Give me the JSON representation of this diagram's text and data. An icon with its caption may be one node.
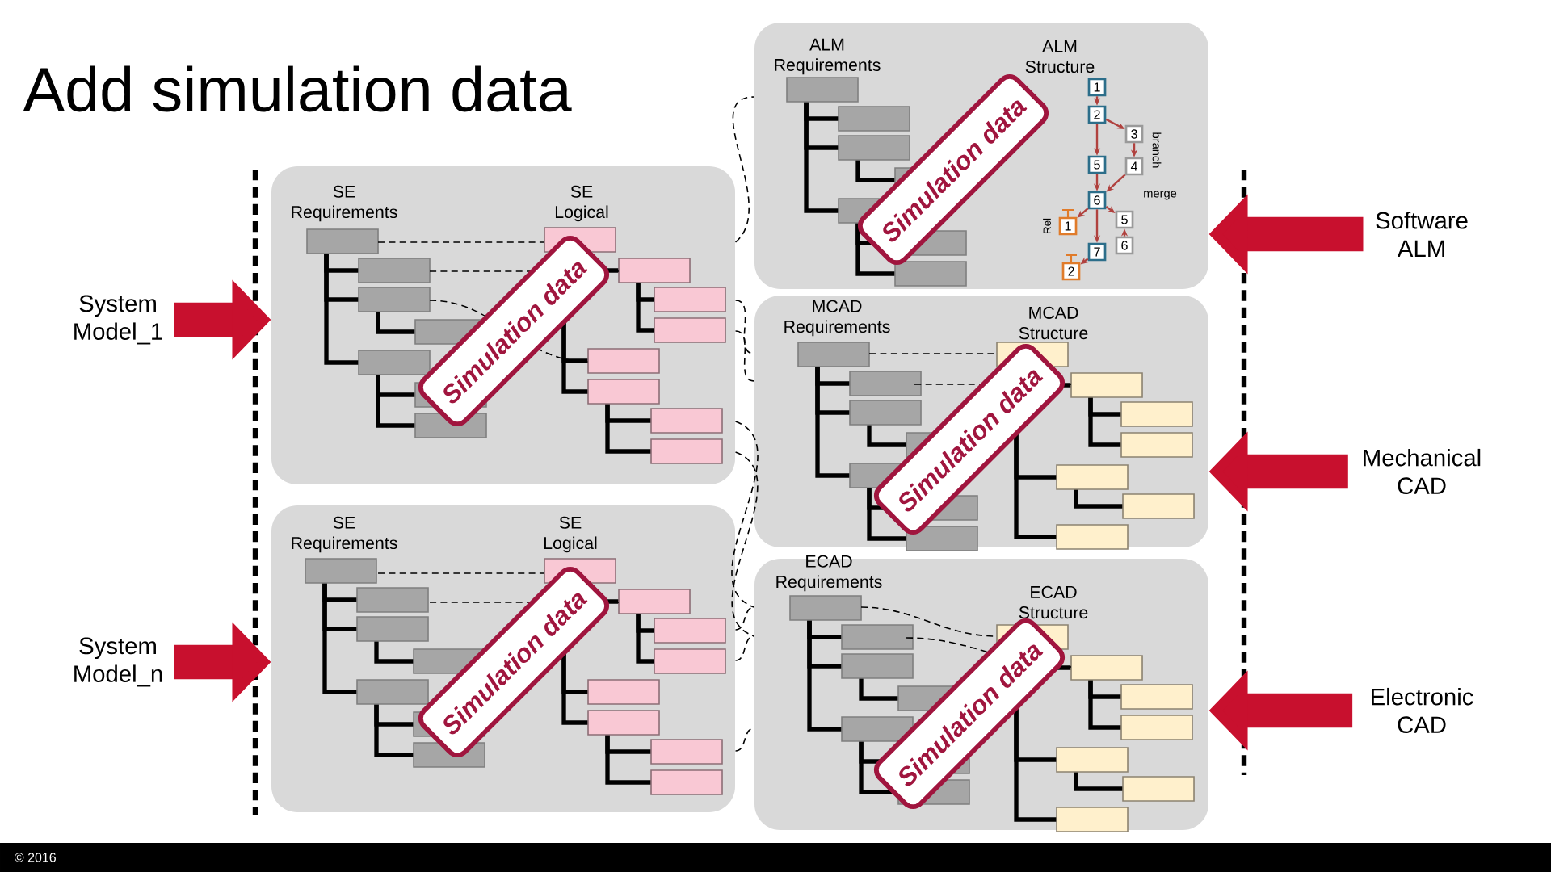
{
  "diagram": {
    "title": "Add simulation data",
    "nodes": [
      {
        "text": [
          "SE Requirements",
          "SE Logical"
        ]
      },
      {
        "text": [
          "Simulation data"
        ],
        "in": 0
      },
      {
        "text": [
          "SE Requirements",
          "SE Logical"
        ]
      },
      {
        "text": [
          "Simulation data"
        ],
        "in": 2
      },
      {
        "text": [
          "ALM Requirements",
          "ALM Structure"
        ]
      },
      {
        "text": [
          "Simulation data"
        ],
        "in": 4
      },
      {
        "text": [
          "1"
        ],
        "in": 4
      },
      {
        "text": [
          "2"
        ],
        "in": 4
      },
      {
        "text": [
          "3"
        ],
        "in": 4
      },
      {
        "text": [
          "4"
        ],
        "in": 4
      },
      {
        "text": [
          "5"
        ],
        "in": 4
      },
      {
        "text": [
          "6"
        ],
        "in": 4
      },
      {
        "text": [
          "7"
        ],
        "in": 4
      },
      {
        "text": [
          "5"
        ],
        "in": 4
      },
      {
        "text": [
          "6"
        ],
        "in": 4
      },
      {
        "text": [
          "1"
        ],
        "in": 4
      },
      {
        "text": [
          "2"
        ],
        "in": 4
      },
      {
        "text": [
          "MCAD Requirements",
          "MCAD Structure"
        ]
      },
      {
        "text": [
          "Simulation data"
        ],
        "in": 17
      },
      {
        "text": [
          "ECAD Requirements",
          "ECAD Structure"
        ]
      },
      {
        "text": [
          "Simulation data"
        ],
        "in": 19
      },
      {
        "text": [
          "System Model_1"
        ]
      },
      {
        "text": [
          "System Model_n"
        ]
      },
      {
        "text": [
          "Software ALM"
        ]
      },
      {
        "text": [
          "Mechanical CAD"
        ]
      },
      {
        "text": [
          "Electronic CAD"
        ]
      }
    ],
    "edges": [
      {
        "from": 21,
        "to": 0,
        "arrow": "to",
        "style": "thick",
        "color": "#c8102e"
      },
      {
        "from": 22,
        "to": 2,
        "arrow": "to",
        "style": "thick",
        "color": "#c8102e"
      },
      {
        "from": 23,
        "to": 4,
        "arrow": "to",
        "style": "thick",
        "color": "#c8102e"
      },
      {
        "from": 24,
        "to": 17,
        "arrow": "to",
        "style": "thick",
        "color": "#c8102e"
      },
      {
        "from": 25,
        "to": 19,
        "arrow": "to",
        "style": "thick",
        "color": "#c8102e"
      },
      {
        "from": 6,
        "to": 7,
        "arrow": "to"
      },
      {
        "from": 7,
        "to": 10,
        "arrow": "to"
      },
      {
        "from": 7,
        "to": 8,
        "arrow": "to"
      },
      {
        "from": 8,
        "to": 9,
        "arrow": "to"
      },
      {
        "from": 10,
        "to": 11,
        "arrow": "to"
      },
      {
        "from": 9,
        "to": 11,
        "arrow": "to"
      },
      {
        "from": 11,
        "to": 12,
        "arrow": "to"
      },
      {
        "from": 11,
        "to": 13,
        "arrow": "to"
      },
      {
        "from": 14,
        "to": 13,
        "arrow": "to"
      },
      {
        "from": 11,
        "to": 15,
        "arrow": "to"
      },
      {
        "from": 12,
        "to": 16,
        "arrow": "to"
      },
      {
        "from": 0,
        "to": 17,
        "arrow": "none",
        "style": "dashed",
        "color": "#000000"
      },
      {
        "from": 0,
        "to": 17,
        "arrow": "none",
        "style": "dashed",
        "color": "#000000"
      },
      {
        "from": 0,
        "to": 19,
        "arrow": "none",
        "style": "dashed",
        "color": "#000000"
      },
      {
        "from": 0,
        "to": 19,
        "arrow": "none",
        "style": "dashed",
        "color": "#000000"
      },
      {
        "from": 0,
        "to": 4,
        "arrow": "none",
        "style": "dashed",
        "color": "#000000"
      },
      {
        "from": 2,
        "to": 19,
        "arrow": "none",
        "style": "dashed",
        "color": "#000000"
      },
      {
        "from": 2,
        "to": 19,
        "arrow": "none",
        "style": "dashed",
        "color": "#000000"
      },
      {
        "from": 2,
        "to": 19,
        "arrow": "none",
        "style": "dashed",
        "color": "#000000"
      }
    ],
    "labels": [
      "branch",
      "merge",
      "Rel",
      "© 2016"
    ]
  }
}
